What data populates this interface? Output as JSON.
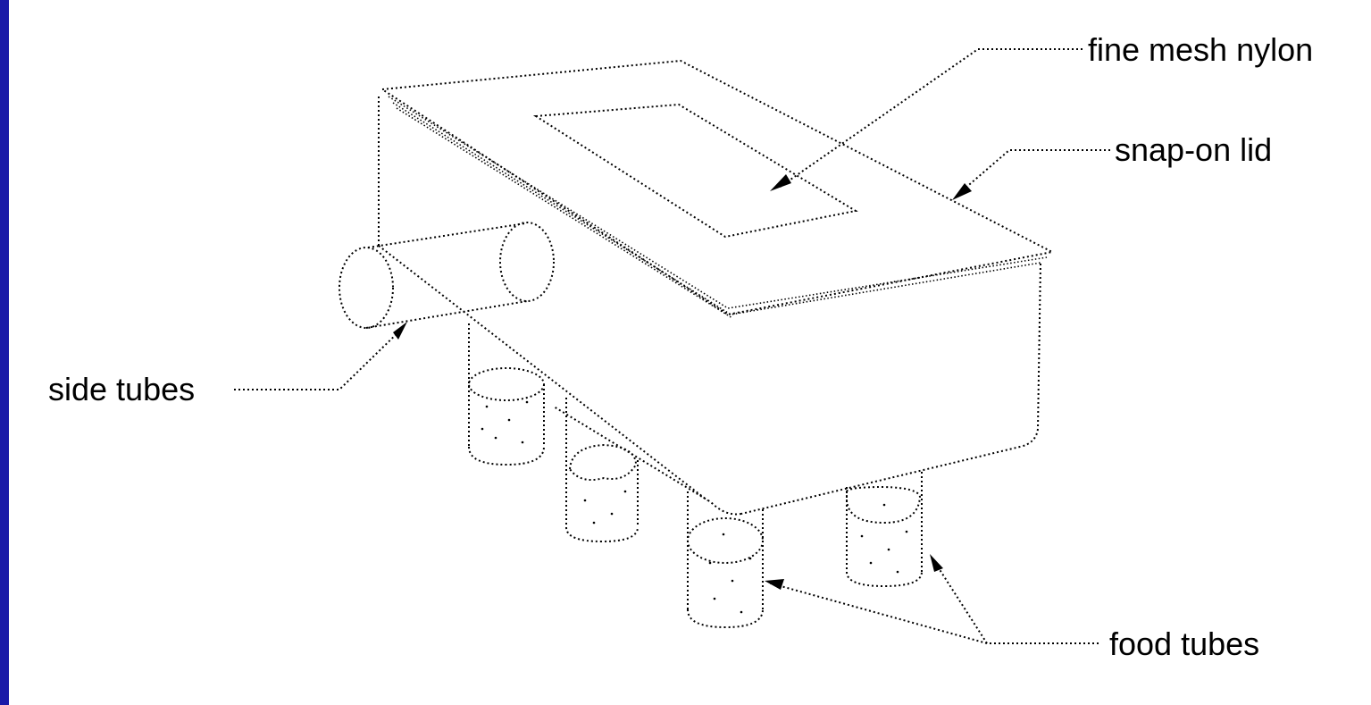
{
  "labels": {
    "fine_mesh_nylon": "fine mesh nylon",
    "snap_on_lid": "snap-on lid",
    "side_tubes": "side tubes",
    "food_tubes": "food tubes"
  },
  "colors": {
    "border": "#1a1aa8",
    "background": "#ffffff",
    "ink": "#000000"
  }
}
